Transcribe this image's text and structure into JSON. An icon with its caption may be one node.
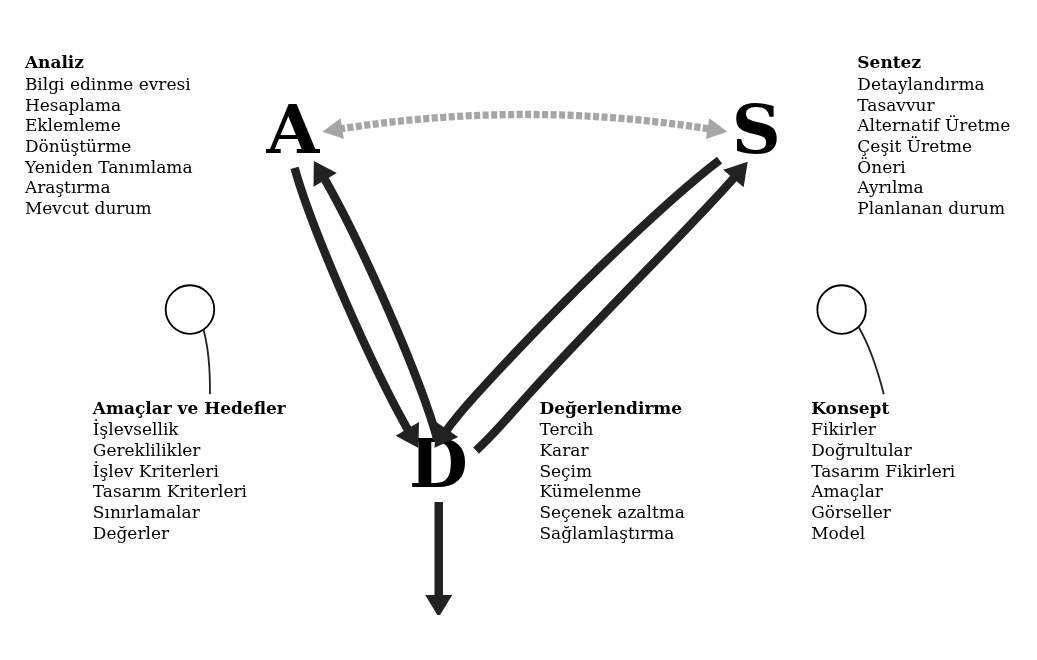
{
  "diagram": {
    "nodes": [
      {
        "text": [
          "A"
        ],
        "beside": [
          "Analiz",
          "Bilgi edinme evresi",
          "Hesaplama",
          "Eklemleme",
          "Dönüştürme",
          "Yeniden Tanımlama",
          "Araştırma",
          "Mevcut durum"
        ]
      },
      {
        "text": [
          "S"
        ],
        "beside": [
          "Sentez",
          "Detaylandırma",
          "Tasavvur",
          "Alternatif Üretme",
          "Çeşit Üretme",
          "Öneri",
          "Ayrılma",
          "Planlanan durum"
        ]
      },
      {
        "text": [],
        "shape": "circle"
      },
      {
        "text": [],
        "shape": "circle"
      },
      {
        "text": [
          "D"
        ],
        "beside": [
          "Değerlendirme",
          "Tercih",
          "Karar",
          "Seçim",
          "Kümelenme",
          "Seçenek azaltma",
          "Sağlamlaştırma"
        ]
      },
      {
        "text": [
          "Amaçlar ve Hedefler",
          "İşlevsellik",
          "Gereklilikler",
          "İşlev Kriterleri",
          "Tasarım Kriterleri",
          "Sınırlamalar",
          "Değerler"
        ]
      },
      {
        "text": [
          "Konsept",
          "Fikirler",
          "Doğrultular",
          "Tasarım Fikirleri",
          "Amaçlar",
          "Görseller",
          "Model"
        ]
      }
    ],
    "edges": [
      {
        "from": 0,
        "to": 1,
        "arrow": "both",
        "style": "dashed",
        "color": "#a6a6a6"
      },
      {
        "from": 0,
        "to": 4,
        "arrow": "to"
      },
      {
        "from": 1,
        "to": 4,
        "arrow": "to"
      },
      {
        "from": 4,
        "to": 0,
        "arrow": "to"
      },
      {
        "from": 4,
        "to": 1,
        "arrow": "to"
      },
      {
        "from": 5,
        "to": 2,
        "arrow": "none"
      },
      {
        "from": 6,
        "to": 3,
        "arrow": "none"
      },
      {
        "from": 4,
        "to": null,
        "arrow": "to"
      }
    ]
  }
}
